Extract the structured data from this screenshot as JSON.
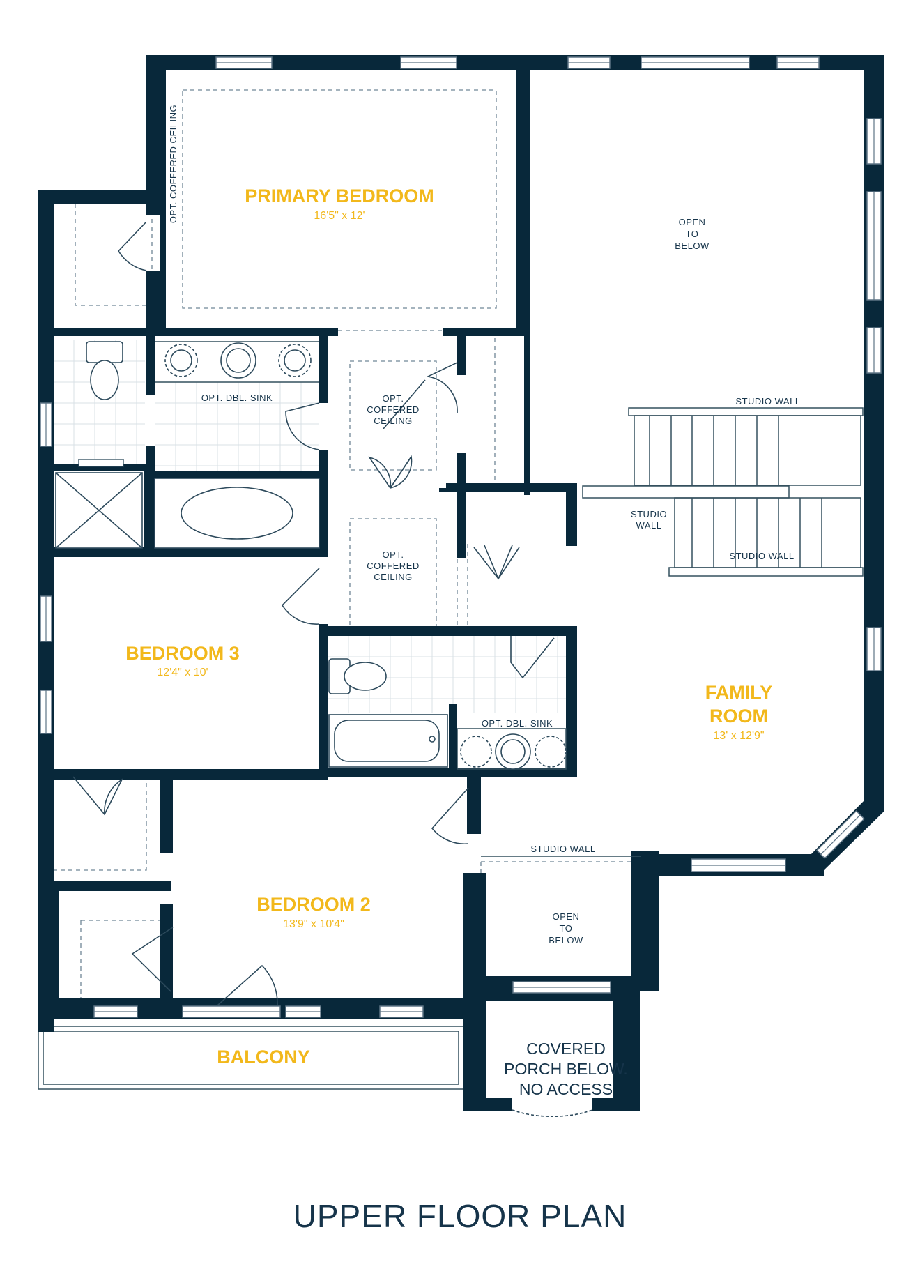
{
  "rooms": {
    "primary_bedroom": {
      "name": "PRIMARY BEDROOM",
      "size": "16'5\" x 12'"
    },
    "bedroom_3": {
      "name": "BEDROOM 3",
      "size": "12'4\" x 10'"
    },
    "bedroom_2": {
      "name": "BEDROOM 2",
      "size": "13'9\" x 10'4\""
    },
    "family_room": {
      "name_line1": "FAMILY",
      "name_line2": "ROOM",
      "size": "13' x 12'9\""
    },
    "balcony": {
      "name": "BALCONY"
    }
  },
  "notes": {
    "opt_coffered_ceiling_vertical": "OPT. COFFERED CEILING",
    "open_to_below_top": [
      "OPEN",
      "TO",
      "BELOW"
    ],
    "open_to_below_bottom": [
      "OPEN",
      "TO",
      "BELOW"
    ],
    "coffered_1": [
      "OPT.",
      "COFFERED",
      "CEILING"
    ],
    "coffered_2": [
      "OPT.",
      "COFFERED",
      "CEILING"
    ],
    "dbl_sink_primary": "OPT. DBL. SINK",
    "dbl_sink_hall": "OPT. DBL. SINK",
    "studio_wall_top": "STUDIO WALL",
    "studio_wall_mid": [
      "STUDIO",
      "WALL"
    ],
    "studio_wall_stairs": "STUDIO WALL",
    "studio_wall_bottom": "STUDIO WALL",
    "covered_porch": [
      "COVERED",
      "PORCH BELOW.",
      "NO ACCESS"
    ]
  },
  "title": "UPPER FLOOR PLAN",
  "colors": {
    "wall": "#08283A",
    "room_label": "#F2B81B",
    "text": "#16344A"
  }
}
